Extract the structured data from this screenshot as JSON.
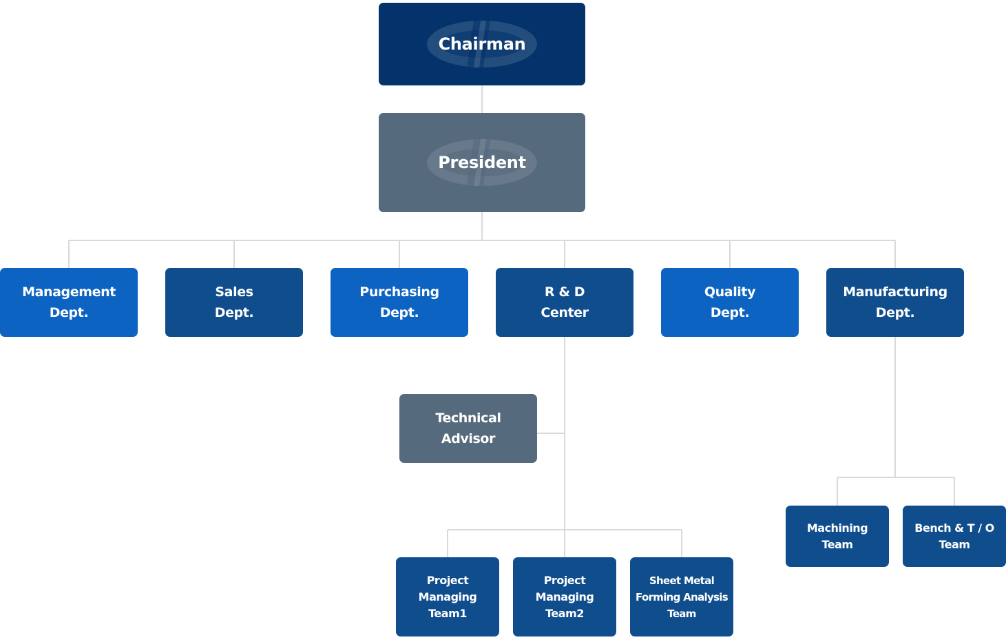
{
  "chart": {
    "chairman": "Chairman",
    "president": "President",
    "departments": [
      {
        "line1": "Management",
        "line2": "Dept."
      },
      {
        "line1": "Sales",
        "line2": "Dept."
      },
      {
        "line1": "Purchasing",
        "line2": "Dept."
      },
      {
        "line1": "R & D",
        "line2": "Center"
      },
      {
        "line1": "Quality",
        "line2": "Dept."
      },
      {
        "line1": "Manufacturing",
        "line2": "Dept."
      }
    ],
    "technical_advisor": {
      "line1": "Technical",
      "line2": "Advisor"
    },
    "rd_teams": [
      {
        "line1": "Project",
        "line2": "Managing",
        "line3": "Team1"
      },
      {
        "line1": "Project",
        "line2": "Managing",
        "line3": "Team2"
      },
      {
        "line1": "Sheet Metal",
        "line2": "Forming Analysis",
        "line3": "Team"
      }
    ],
    "manufacturing_teams": [
      {
        "line1": "Machining",
        "line2": "Team"
      },
      {
        "line1": "Bench & T / O",
        "line2": "Team"
      }
    ]
  },
  "colors": {
    "chairman": "#03336a",
    "president": "#566a7d",
    "bright_blue": "#0d63c1",
    "dark_blue": "#104d8d",
    "connector": "#d9d9d9"
  }
}
